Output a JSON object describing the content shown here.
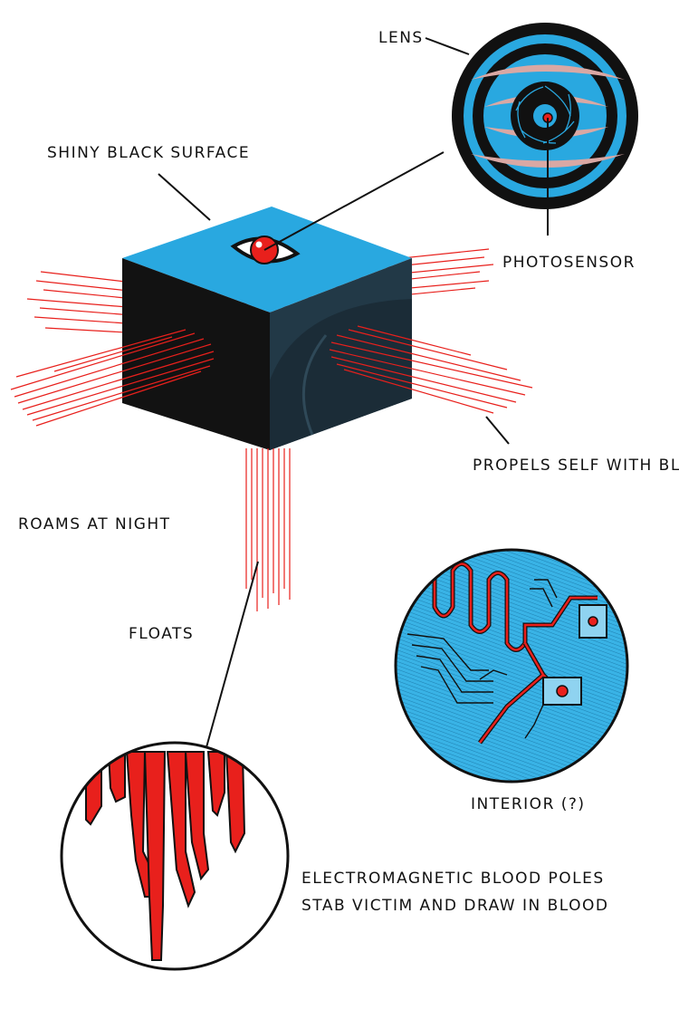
{
  "labels": {
    "lens": "LENS",
    "shiny_surface": "SHINY BLACK SURFACE",
    "photosensor": "PHOTOSENSOR",
    "propels": "PROPELS SELF WITH BLOOD",
    "roams": "ROAMS AT NIGHT",
    "floats": "FLOATS",
    "interior": "INTERIOR (?)",
    "blood_poles_line1": "ELECTROMAGNETIC BLOOD POLES",
    "blood_poles_line2": "STAB VICTIM AND DRAW IN BLOOD"
  },
  "colors": {
    "cyan": "#29a8e0",
    "black": "#111111",
    "red": "#e8201c",
    "pink": "#d9a8a4",
    "cube_side": "#223947"
  }
}
